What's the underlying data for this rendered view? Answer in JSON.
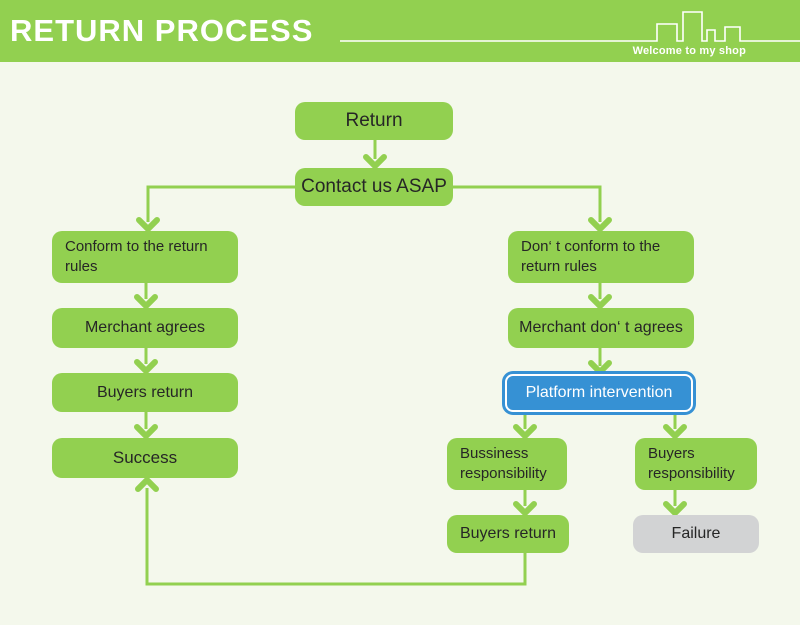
{
  "header": {
    "title": "RETURN PROCESS",
    "tagline": "Welcome to my shop"
  },
  "colors": {
    "accent_green": "#92d050",
    "background": "#f4f8ec",
    "platform_blue": "#3691d4",
    "failure_gray": "#d2d3d4",
    "text_dark": "#262626",
    "text_light": "#ffffff"
  },
  "flowchart": {
    "nodes": {
      "return": {
        "label": "Return"
      },
      "contact": {
        "label": "Contact us ASAP"
      },
      "conform": {
        "label": "Conform to the return rules"
      },
      "merchant_agrees": {
        "label": "Merchant agrees"
      },
      "buyers_return_left": {
        "label": "Buyers return"
      },
      "success": {
        "label": "Success"
      },
      "dont_conform": {
        "label": "Don‘ t conform to the return rules"
      },
      "merchant_dont_agrees": {
        "label": "Merchant don‘ t agrees"
      },
      "platform_intervention": {
        "label": "Platform intervention"
      },
      "business_responsibility": {
        "label": "Bussiness responsibility"
      },
      "buyers_responsibility": {
        "label": "Buyers responsibility"
      },
      "buyers_return_bottom": {
        "label": "Buyers return"
      },
      "failure": {
        "label": "Failure"
      }
    }
  }
}
